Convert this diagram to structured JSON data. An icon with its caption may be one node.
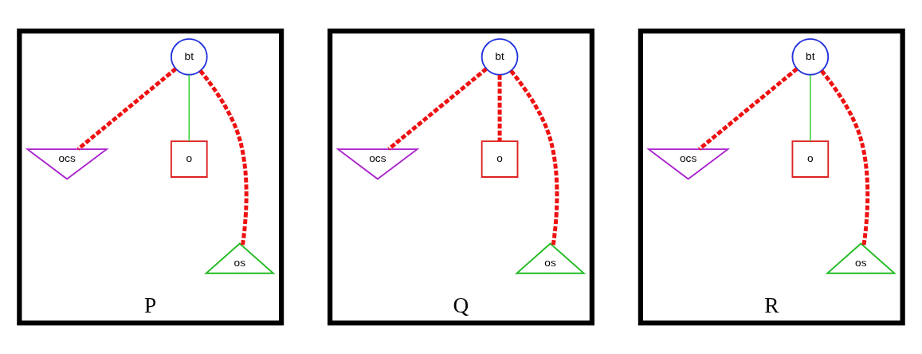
{
  "diagram": {
    "nodes": [
      {
        "text": [
          "P"
        ]
      },
      {
        "text": [
          "bt"
        ],
        "in": 0
      },
      {
        "text": [
          "ocs"
        ],
        "in": 0
      },
      {
        "text": [
          "o"
        ],
        "in": 0
      },
      {
        "text": [
          "os"
        ],
        "in": 0
      },
      {
        "text": [
          "Q"
        ]
      },
      {
        "text": [
          "bt"
        ],
        "in": 5
      },
      {
        "text": [
          "ocs"
        ],
        "in": 5
      },
      {
        "text": [
          "o"
        ],
        "in": 5
      },
      {
        "text": [
          "os"
        ],
        "in": 5
      },
      {
        "text": [
          "R"
        ]
      },
      {
        "text": [
          "bt"
        ],
        "in": 10
      },
      {
        "text": [
          "ocs"
        ],
        "in": 10
      },
      {
        "text": [
          "o"
        ],
        "in": 10
      },
      {
        "text": [
          "os"
        ],
        "in": 10
      }
    ],
    "edges": [
      {
        "from": 1,
        "to": 2,
        "arrow": "none",
        "style": "dashed"
      },
      {
        "from": 1,
        "to": 4,
        "arrow": "none",
        "style": "dashed"
      },
      {
        "from": 1,
        "to": 3,
        "arrow": "none",
        "color": "#33cc33"
      },
      {
        "from": 6,
        "to": 7,
        "arrow": "none",
        "style": "dashed"
      },
      {
        "from": 6,
        "to": 9,
        "arrow": "none",
        "style": "dashed"
      },
      {
        "from": 6,
        "to": 8,
        "arrow": "none",
        "style": "dashed"
      },
      {
        "from": 11,
        "to": 12,
        "arrow": "none",
        "style": "dashed"
      },
      {
        "from": 11,
        "to": 14,
        "arrow": "none",
        "style": "dashed"
      },
      {
        "from": 11,
        "to": 13,
        "arrow": "none",
        "color": "#33cc33"
      }
    ]
  }
}
